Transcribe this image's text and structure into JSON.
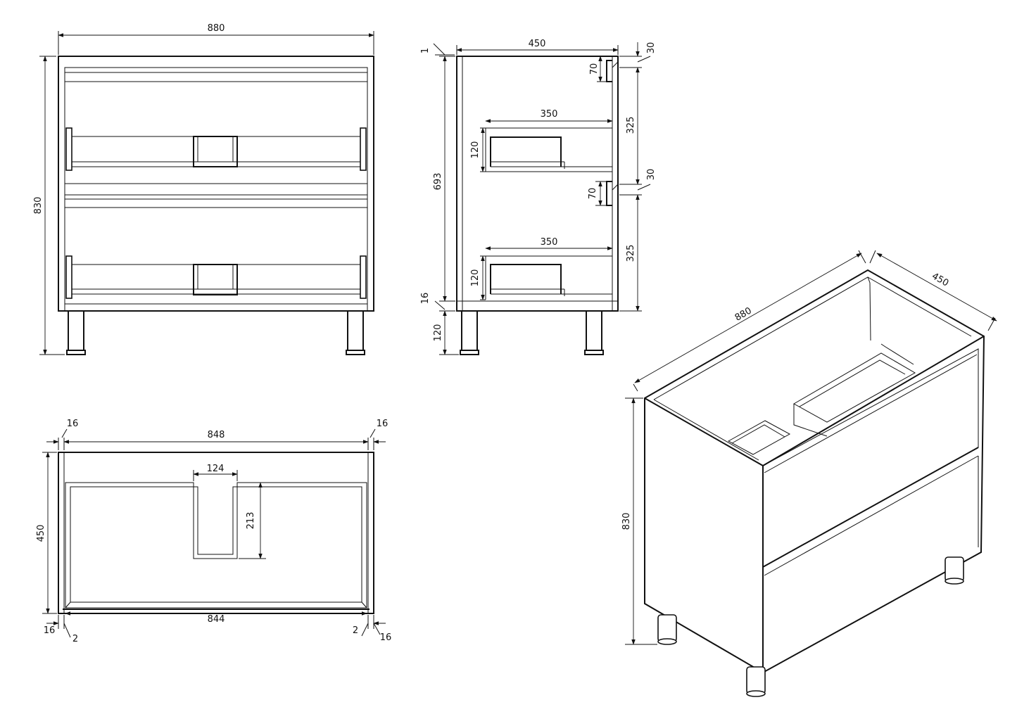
{
  "front_view": {
    "width": "880",
    "height": "830"
  },
  "side_view": {
    "depth": "450",
    "top_gap": "1",
    "handle_height_top": "70",
    "handle_height_bottom": "70",
    "inner_depth_top": "350",
    "inner_depth_bottom": "350",
    "drawer_height_top": "120",
    "drawer_height_bottom": "120",
    "body_height": "693",
    "base_thickness": "16",
    "leg_height": "120",
    "drawer_front_top": "325",
    "drawer_front_bottom": "325",
    "top_rail": "30",
    "middle_rail": "30"
  },
  "top_view": {
    "side_left": "16",
    "inner_width": "848",
    "side_right": "16",
    "notch_width": "124",
    "notch_depth": "213",
    "depth": "450",
    "drawer_width": "844",
    "gap_left": "2",
    "gap_right": "2",
    "bottom_left": "16",
    "bottom_right": "16"
  },
  "iso_view": {
    "width": "880",
    "depth": "450",
    "height": "830"
  }
}
